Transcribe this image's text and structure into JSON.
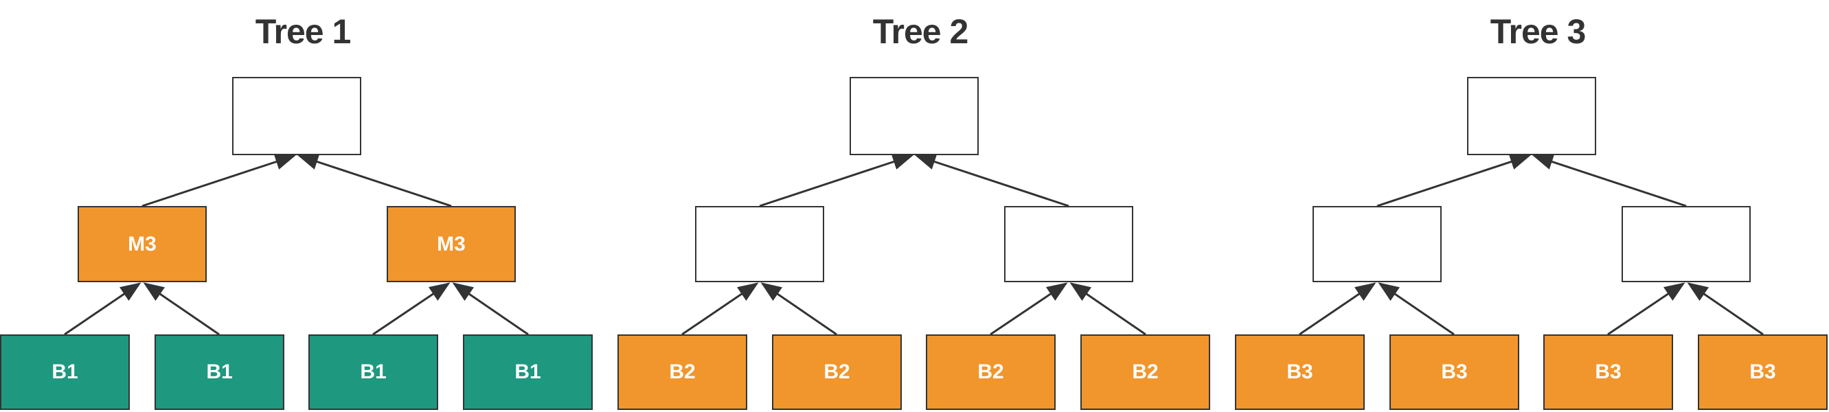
{
  "diagram": {
    "colors": {
      "teal": "#1F9880",
      "orange": "#F0962D",
      "node_fill_empty": "#FFFFFF",
      "node_border": "#333333",
      "arrow": "#333333",
      "title_text": "#333333",
      "node_label_text": "#FFFFFF",
      "background": "#FFFFFF"
    },
    "trees": [
      {
        "title": "Tree 1",
        "root": {
          "label": "",
          "fill": "node_fill_empty"
        },
        "middles": [
          {
            "label": "M3",
            "fill": "orange"
          },
          {
            "label": "M3",
            "fill": "orange"
          }
        ],
        "leaves": [
          {
            "label": "B1",
            "fill": "teal"
          },
          {
            "label": "B1",
            "fill": "teal"
          },
          {
            "label": "B1",
            "fill": "teal"
          },
          {
            "label": "B1",
            "fill": "teal"
          }
        ]
      },
      {
        "title": "Tree 2",
        "root": {
          "label": "",
          "fill": "node_fill_empty"
        },
        "middles": [
          {
            "label": "",
            "fill": "node_fill_empty"
          },
          {
            "label": "",
            "fill": "node_fill_empty"
          }
        ],
        "leaves": [
          {
            "label": "B2",
            "fill": "orange"
          },
          {
            "label": "B2",
            "fill": "orange"
          },
          {
            "label": "B2",
            "fill": "orange"
          },
          {
            "label": "B2",
            "fill": "orange"
          }
        ]
      },
      {
        "title": "Tree 3",
        "root": {
          "label": "",
          "fill": "node_fill_empty"
        },
        "middles": [
          {
            "label": "",
            "fill": "node_fill_empty"
          },
          {
            "label": "",
            "fill": "node_fill_empty"
          }
        ],
        "leaves": [
          {
            "label": "B3",
            "fill": "orange"
          },
          {
            "label": "B3",
            "fill": "orange"
          },
          {
            "label": "B3",
            "fill": "orange"
          },
          {
            "label": "B3",
            "fill": "orange"
          }
        ]
      }
    ]
  }
}
